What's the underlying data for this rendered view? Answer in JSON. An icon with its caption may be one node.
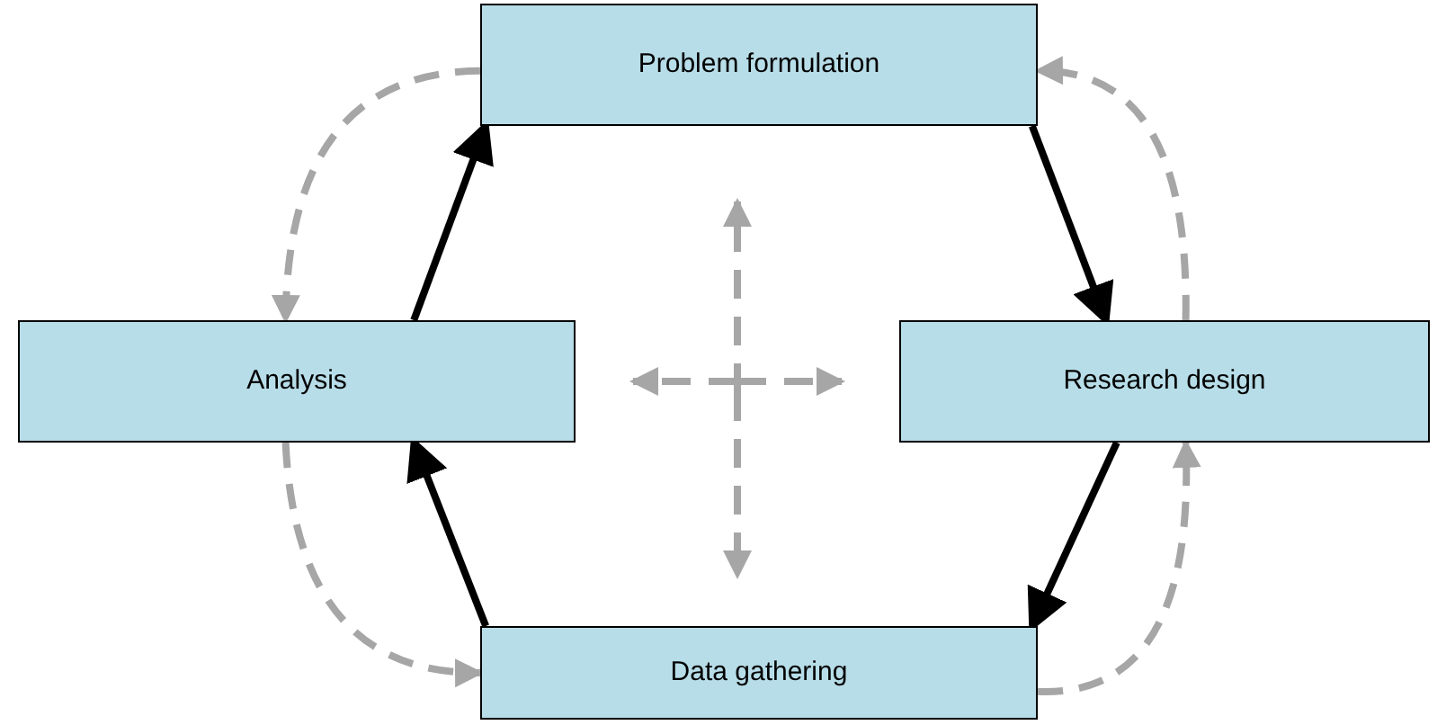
{
  "diagram": {
    "nodes": [
      {
        "text": [
          "Problem formulation"
        ]
      },
      {
        "text": [
          "Analysis"
        ]
      },
      {
        "text": [
          "Research design"
        ]
      },
      {
        "text": [
          "Data gathering"
        ]
      }
    ],
    "edges": [
      {
        "from": 1,
        "to": 0,
        "arrow": "to"
      },
      {
        "from": 0,
        "to": 2,
        "arrow": "to"
      },
      {
        "from": 2,
        "to": 3,
        "arrow": "to"
      },
      {
        "from": 3,
        "to": 1,
        "arrow": "to"
      },
      {
        "from": 0,
        "to": 1,
        "arrow": "to",
        "style": "dashed",
        "color": "#a6a6a6"
      },
      {
        "from": 1,
        "to": 3,
        "arrow": "to",
        "style": "dashed",
        "color": "#a6a6a6"
      },
      {
        "from": 3,
        "to": 2,
        "arrow": "to",
        "style": "dashed",
        "color": "#a6a6a6"
      },
      {
        "from": 2,
        "to": 0,
        "arrow": "to",
        "style": "dashed",
        "color": "#a6a6a6"
      }
    ]
  }
}
